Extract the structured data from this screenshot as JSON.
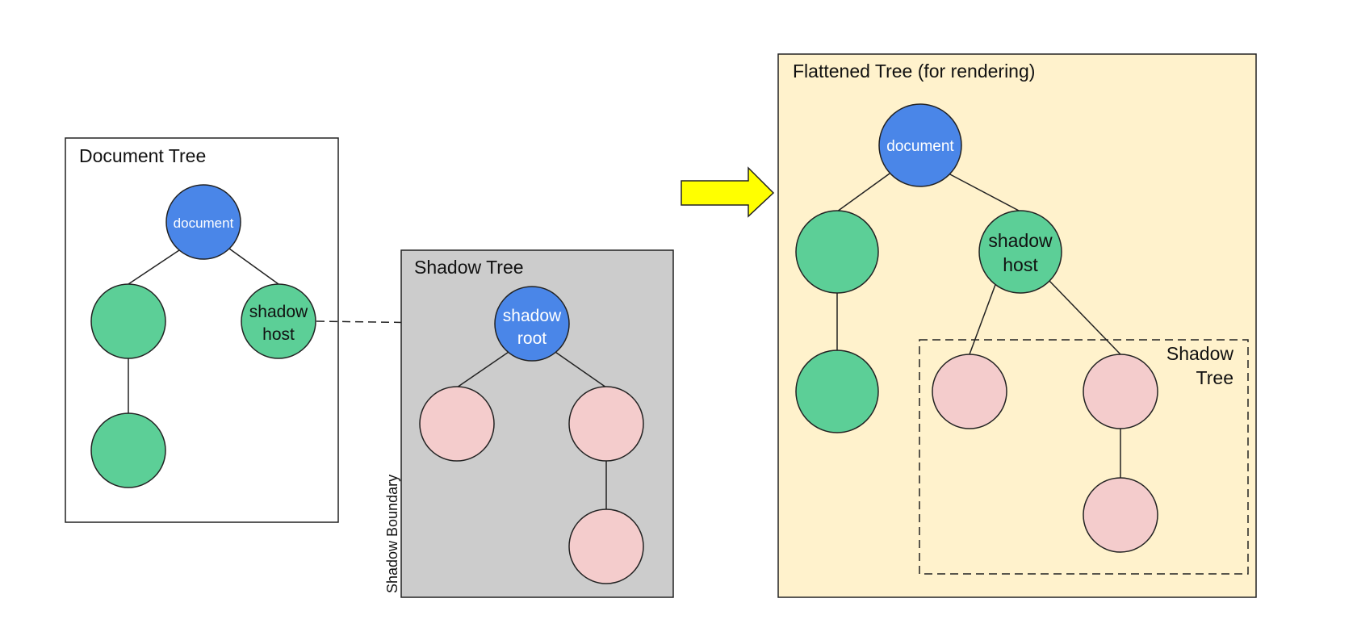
{
  "colors": {
    "blue_node": "#4a86e8",
    "green_node": "#5ccf97",
    "pink_node": "#f4cccc",
    "shadow_panel_bg": "#cccccc",
    "flattened_panel_bg": "#fff2cc",
    "arrow_fill": "#ffff00"
  },
  "document_tree": {
    "title": "Document Tree",
    "root_label": "document",
    "host_label_line1": "shadow",
    "host_label_line2": "host"
  },
  "shadow_tree": {
    "title": "Shadow Tree",
    "root_label_line1": "shadow",
    "root_label_line2": "root",
    "boundary_label": "Shadow Boundary"
  },
  "flattened_tree": {
    "title": "Flattened Tree (for rendering)",
    "root_label": "document",
    "host_label_line1": "shadow",
    "host_label_line2": "host",
    "shadow_region_label_line1": "Shadow",
    "shadow_region_label_line2": "Tree"
  },
  "icons": {
    "transform_arrow": "right-arrow-icon",
    "host_to_root_link": "dashed-arrow-icon"
  }
}
